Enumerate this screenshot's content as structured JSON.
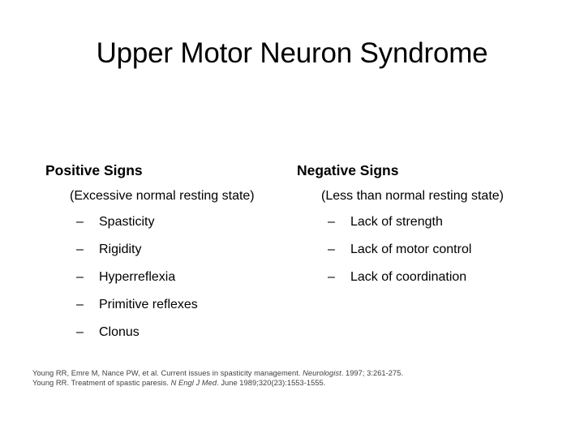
{
  "slide": {
    "title": "Upper Motor Neuron Syndrome",
    "background_color": "#ffffff",
    "text_color": "#000000",
    "citation_color": "#3f3f3f"
  },
  "columns": [
    {
      "heading": "Positive Signs",
      "subtitle": "(Excessive normal resting state)",
      "bullet_marker": "–",
      "items": [
        "Spasticity",
        "Rigidity",
        "Hyperreflexia",
        "Primitive reflexes",
        "Clonus"
      ]
    },
    {
      "heading": "Negative Signs",
      "subtitle": "(Less than normal resting state)",
      "bullet_marker": "–",
      "items": [
        "Lack of strength",
        "Lack of motor control",
        "Lack of coordination"
      ]
    }
  ],
  "citations": [
    {
      "prefix": "Young RR, Emre M, Nance PW, et al.  Current issues in spasticity management. ",
      "journal": "Neurologist",
      "suffix": ". 1997; 3:261-275."
    },
    {
      "prefix": "Young RR. Treatment of spastic paresis. ",
      "journal": "N Engl J Med",
      "suffix": ". June 1989;320(23):1553-1555."
    }
  ]
}
